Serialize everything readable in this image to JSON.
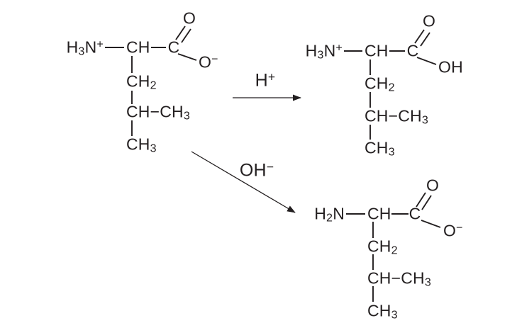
{
  "colors": {
    "ink": "#231f20",
    "background": "#ffffff"
  },
  "structures": {
    "zwitterion": {
      "amine": [
        {
          "t": "H"
        },
        {
          "t": "3",
          "m": "sub"
        },
        {
          "t": "N"
        },
        {
          "t": "+",
          "m": "sup"
        }
      ],
      "alpha_ch": [
        {
          "t": "CH"
        }
      ],
      "carboxyl_c": [
        {
          "t": "C"
        }
      ],
      "carbonyl_o": [
        {
          "t": "O"
        }
      ],
      "acid_terminal": [
        {
          "t": "O"
        },
        {
          "t": "−",
          "m": "sup"
        }
      ],
      "beta_ch2": [
        {
          "t": "CH"
        },
        {
          "t": "2",
          "m": "sub"
        }
      ],
      "gamma_ch_ch3": [
        {
          "t": "CH−CH"
        },
        {
          "t": "3",
          "m": "sub"
        }
      ],
      "delta_ch3": [
        {
          "t": "CH"
        },
        {
          "t": "3",
          "m": "sub"
        }
      ]
    },
    "cation": {
      "amine": [
        {
          "t": "H"
        },
        {
          "t": "3",
          "m": "sub"
        },
        {
          "t": "N"
        },
        {
          "t": "+",
          "m": "sup"
        }
      ],
      "alpha_ch": [
        {
          "t": "CH"
        }
      ],
      "carboxyl_c": [
        {
          "t": "C"
        }
      ],
      "carbonyl_o": [
        {
          "t": "O"
        }
      ],
      "acid_terminal": [
        {
          "t": "OH"
        }
      ],
      "beta_ch2": [
        {
          "t": "CH"
        },
        {
          "t": "2",
          "m": "sub"
        }
      ],
      "gamma_ch_ch3": [
        {
          "t": "CH−CH"
        },
        {
          "t": "3",
          "m": "sub"
        }
      ],
      "delta_ch3": [
        {
          "t": "CH"
        },
        {
          "t": "3",
          "m": "sub"
        }
      ]
    },
    "anion": {
      "amine": [
        {
          "t": "H"
        },
        {
          "t": "2",
          "m": "sub"
        },
        {
          "t": "N"
        }
      ],
      "alpha_ch": [
        {
          "t": "CH"
        }
      ],
      "carboxyl_c": [
        {
          "t": "C"
        }
      ],
      "carbonyl_o": [
        {
          "t": "O"
        }
      ],
      "acid_terminal": [
        {
          "t": "O"
        },
        {
          "t": "−",
          "m": "sup"
        }
      ],
      "beta_ch2": [
        {
          "t": "CH"
        },
        {
          "t": "2",
          "m": "sub"
        }
      ],
      "gamma_ch_ch3": [
        {
          "t": "CH−CH"
        },
        {
          "t": "3",
          "m": "sub"
        }
      ],
      "delta_ch3": [
        {
          "t": "CH"
        },
        {
          "t": "3",
          "m": "sub"
        }
      ]
    }
  },
  "arrows": {
    "protonation": {
      "reagent": [
        {
          "t": "H"
        },
        {
          "t": "+",
          "m": "sup"
        }
      ]
    },
    "hydroxide": {
      "reagent": [
        {
          "t": "OH"
        },
        {
          "t": "−",
          "m": "sup"
        }
      ]
    }
  }
}
